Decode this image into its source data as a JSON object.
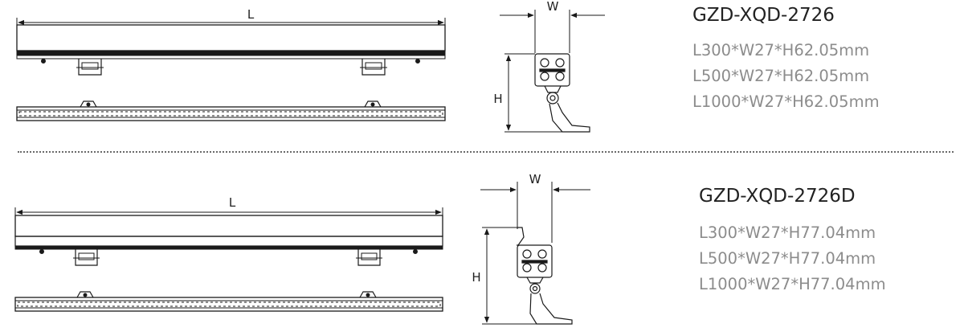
{
  "products": [
    {
      "model": "GZD-XQD-2726",
      "specs": [
        "L300*W27*H62.05mm",
        "L500*W27*H62.05mm",
        "L1000*W27*H62.05mm"
      ],
      "dims": {
        "length": "L",
        "width": "W",
        "height": "H"
      }
    },
    {
      "model": "GZD-XQD-2726D",
      "specs": [
        "L300*W27*H77.04mm",
        "L500*W27*H77.04mm",
        "L1000*W27*H77.04mm"
      ],
      "dims": {
        "length": "L",
        "width": "W",
        "height": "H"
      }
    }
  ],
  "colors": {
    "line": "#1a1a1a",
    "title": "#222222",
    "spec": "#8c8c8c"
  }
}
